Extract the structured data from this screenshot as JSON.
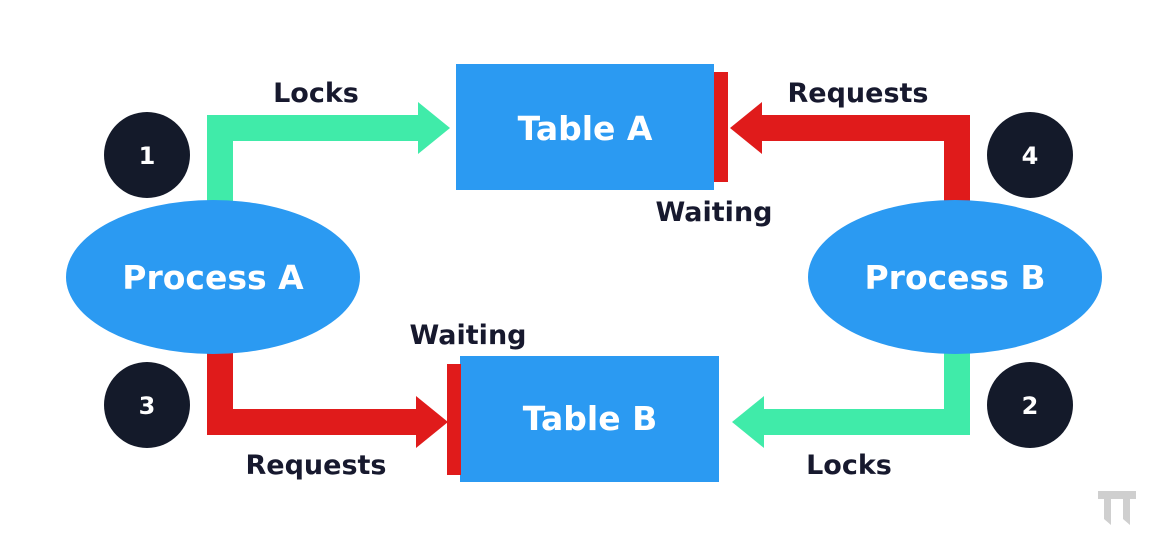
{
  "diagram": {
    "processes": [
      {
        "id": "process_a",
        "label": "Process A"
      },
      {
        "id": "process_b",
        "label": "Process B"
      }
    ],
    "tables": [
      {
        "id": "table_a",
        "label": "Table A"
      },
      {
        "id": "table_b",
        "label": "Table B"
      }
    ],
    "steps": [
      {
        "number": "1",
        "from": "process_a",
        "to": "table_a",
        "label": "Locks",
        "status": "granted"
      },
      {
        "number": "2",
        "from": "process_b",
        "to": "table_b",
        "label": "Locks",
        "status": "granted"
      },
      {
        "number": "3",
        "from": "process_a",
        "to": "table_b",
        "label": "Requests",
        "status": "blocked",
        "block_label": "Waiting"
      },
      {
        "number": "4",
        "from": "process_b",
        "to": "table_a",
        "label": "Requests",
        "status": "blocked",
        "block_label": "Waiting"
      }
    ],
    "colors": {
      "node_fill": "#2b9af2",
      "lock_arrow": "#40eba9",
      "request_arrow": "#e01b1b",
      "badge_fill": "#141a2a",
      "label_text": "#17192e",
      "node_text": "#ffffff",
      "logo": "#cfcfcf"
    },
    "logo_icon": "tt-logo-icon"
  }
}
